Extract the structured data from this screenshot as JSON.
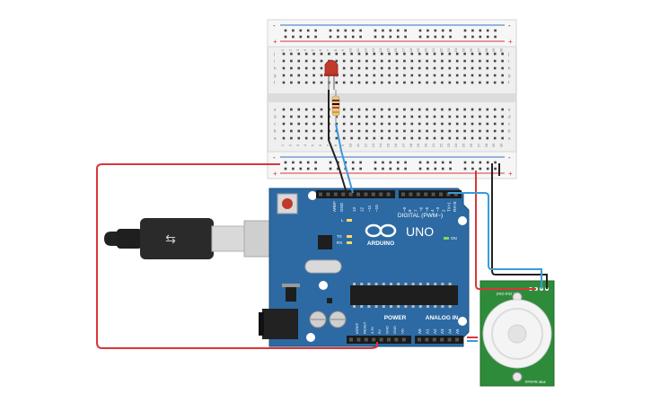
{
  "breadboard": {
    "column_numbers": [
      "1",
      "2",
      "3",
      "4",
      "5",
      "6",
      "7",
      "8",
      "9",
      "10",
      "11",
      "12",
      "13",
      "14",
      "15",
      "16",
      "17",
      "18",
      "19",
      "20",
      "21",
      "22",
      "23",
      "24",
      "25",
      "26",
      "27",
      "28",
      "29",
      "30"
    ],
    "row_letters_top": [
      "j",
      "i",
      "h",
      "g",
      "f"
    ],
    "row_letters_bottom": [
      "e",
      "d",
      "c",
      "b",
      "a"
    ],
    "rail_plus": "+",
    "rail_minus": "-"
  },
  "arduino": {
    "logo_text": "ARDUINO",
    "model": "UNO",
    "digital_label": "DIGITAL (PWM~)",
    "power_label": "POWER",
    "analog_label": "ANALOG IN",
    "on_label": "ON",
    "led_labels": [
      "L",
      "TX",
      "RX"
    ],
    "aref": "AREF",
    "gnd": "GND",
    "digital_pins": [
      "13",
      "12",
      "~11",
      "~10",
      "~9",
      "8",
      "7",
      "~6",
      "~5",
      "4",
      "~3",
      "2",
      "TX>1",
      "RX<0"
    ],
    "power_pins": [
      "IOREF",
      "RESET",
      "3.3V",
      "5V",
      "GND",
      "GND",
      "Vin"
    ],
    "analog_pins": [
      "A0",
      "A1",
      "A2",
      "A3",
      "A4",
      "A5"
    ]
  },
  "pir": {
    "top_label": "Vcc Out Gnd",
    "bottom_label": "PIR Sensor"
  },
  "colors": {
    "board_blue": "#2d6aa3",
    "wire_red": "#d9363a",
    "wire_blue": "#3a9ad9",
    "wire_black": "#222222",
    "pir_green": "#2e8b3a",
    "led_red": "#c0392b"
  }
}
